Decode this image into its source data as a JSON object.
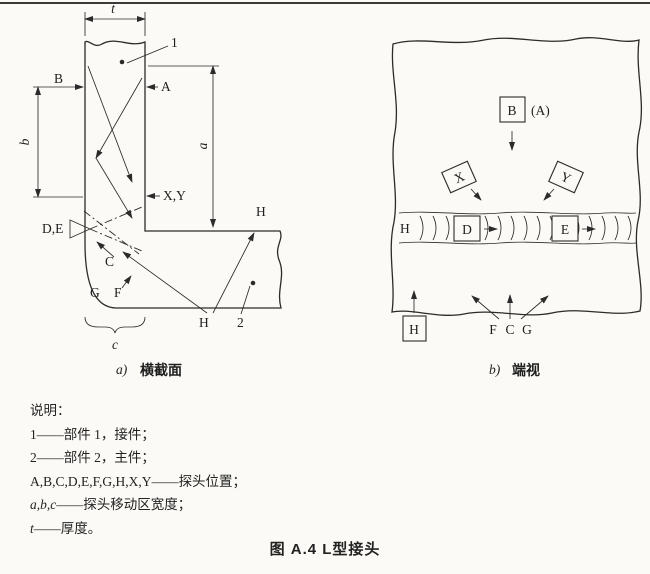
{
  "colors": {
    "ink": "#2b2b2b",
    "paper": "#fbfaf6"
  },
  "section_a": {
    "caption_prefix": "a)",
    "caption_text": "横截面",
    "labels": {
      "t": "t",
      "part1": "1",
      "B": "B",
      "A": "A",
      "b": "b",
      "a": "a",
      "XY": "X,Y",
      "DE": "D,E",
      "H_top": "H",
      "C": "C",
      "F": "F",
      "G": "G",
      "H_bottom": "H",
      "part2": "2",
      "c": "c"
    }
  },
  "section_b": {
    "caption_prefix": "b)",
    "caption_text": "端视",
    "labels": {
      "B": "B",
      "A_alt": "(A)",
      "X": "X",
      "Y": "Y",
      "H_seam": "H",
      "D": "D",
      "E": "E",
      "H_bottom": "H",
      "F": "F",
      "C": "C",
      "G": "G"
    }
  },
  "legend": {
    "title": "说明：",
    "items": [
      {
        "symbol": "1",
        "desc": "——部件 1，接件；"
      },
      {
        "symbol": "2",
        "desc": "——部件 2，主件；"
      },
      {
        "symbol": "A,B,C,D,E,F,G,H,X,Y",
        "desc": "——探头位置；"
      },
      {
        "symbol": "a,b,c",
        "desc": "——探头移动区宽度；"
      },
      {
        "symbol": "t",
        "desc": "——厚度。"
      }
    ]
  },
  "figure_caption": "图 A.4  L型接头"
}
